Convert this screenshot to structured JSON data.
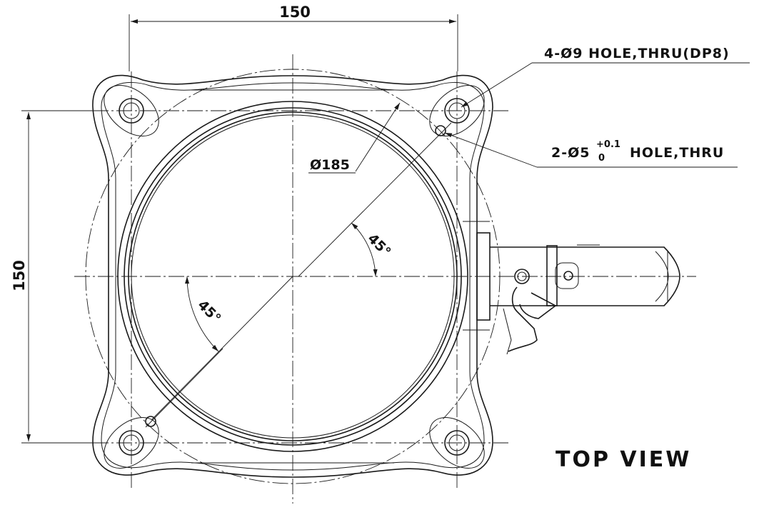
{
  "dimensions": {
    "width_top": "150",
    "height_left": "150",
    "bolt_circle": "Ø185",
    "angle_upper": "45°",
    "angle_lower": "45°"
  },
  "callouts": {
    "mount_holes": "4-Ø9 HOLE,THRU(DP8)",
    "pin_holes_prefix": "2-Ø5",
    "pin_tol_upper": "+0.1",
    "pin_tol_lower": "0",
    "pin_holes_suffix": "HOLE,THRU"
  },
  "view_label": "TOP VIEW"
}
